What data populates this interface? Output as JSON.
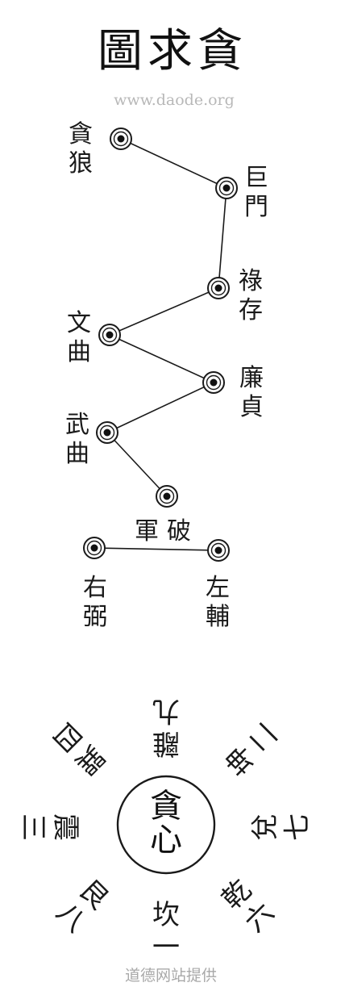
{
  "title": "圖求貪",
  "watermark_url": "www.daode.org",
  "footer": "道德网站提供",
  "stars": [
    {
      "id": "tanlang",
      "label": [
        "貪",
        "狼"
      ]
    },
    {
      "id": "jumen",
      "label": [
        "巨",
        "門"
      ]
    },
    {
      "id": "lucun",
      "label": [
        "祿",
        "存"
      ]
    },
    {
      "id": "wenqu",
      "label": [
        "文",
        "曲"
      ]
    },
    {
      "id": "lianzhen",
      "label": [
        "廉",
        "貞"
      ]
    },
    {
      "id": "wuqu",
      "label": [
        "武",
        "曲"
      ]
    },
    {
      "id": "pojun",
      "label": [
        "軍",
        "破"
      ]
    },
    {
      "id": "youbi",
      "label": [
        "右",
        "弼"
      ]
    },
    {
      "id": "zuofu",
      "label": [
        "左",
        "輔"
      ]
    }
  ],
  "chain": [
    "tanlang",
    "jumen",
    "lucun",
    "wenqu",
    "lianzhen",
    "wuqu",
    "pojun"
  ],
  "extra_links": [
    [
      "youbi",
      "zuofu"
    ]
  ],
  "ring": {
    "center": "貪心",
    "items": [
      {
        "id": "li",
        "text": "離九"
      },
      {
        "id": "kun",
        "text": "坤二"
      },
      {
        "id": "dui",
        "text": "兌七"
      },
      {
        "id": "qian",
        "text": "乾六"
      },
      {
        "id": "kan",
        "text": "坎一"
      },
      {
        "id": "gen",
        "text": "艮八"
      },
      {
        "id": "zhen",
        "text": "震三"
      },
      {
        "id": "xun",
        "text": "巽四"
      }
    ]
  }
}
